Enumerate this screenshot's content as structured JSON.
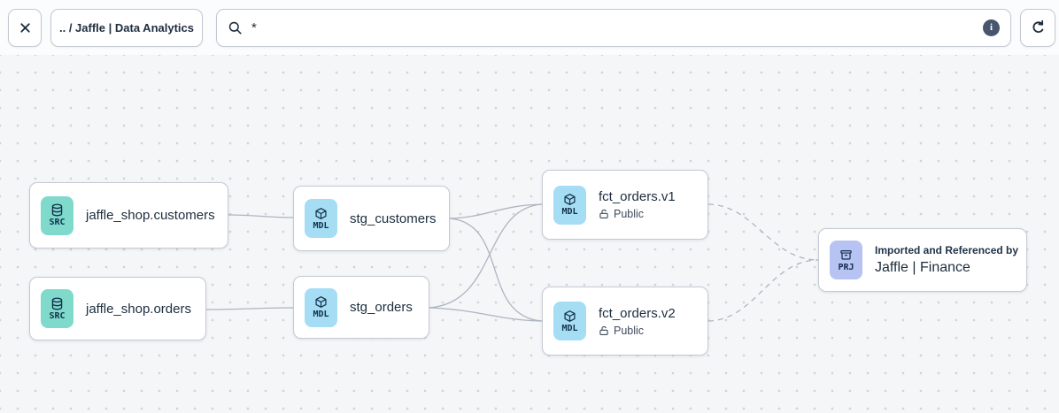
{
  "toolbar": {
    "breadcrumb_label": ".. / Jaffle | Data Analytics",
    "search_value": "*",
    "info_label": "i"
  },
  "canvas": {
    "nodes": [
      {
        "badge": "SRC",
        "title": "jaffle_shop.customers"
      },
      {
        "badge": "SRC",
        "title": "jaffle_shop.orders"
      },
      {
        "badge": "MDL",
        "title": "stg_customers"
      },
      {
        "badge": "MDL",
        "title": "stg_orders"
      },
      {
        "badge": "MDL",
        "title": "fct_orders.v1",
        "access": "Public"
      },
      {
        "badge": "MDL",
        "title": "fct_orders.v2",
        "access": "Public"
      },
      {
        "badge": "PRJ",
        "subtitle": "Imported and Referenced by",
        "title": "Jaffle | Finance"
      }
    ],
    "edges": [
      {
        "from": "jaffle_shop.customers",
        "to": "stg_customers",
        "style": "solid"
      },
      {
        "from": "jaffle_shop.orders",
        "to": "stg_orders",
        "style": "solid"
      },
      {
        "from": "stg_customers",
        "to": "fct_orders.v1",
        "style": "solid"
      },
      {
        "from": "stg_customers",
        "to": "fct_orders.v2",
        "style": "solid"
      },
      {
        "from": "stg_orders",
        "to": "fct_orders.v1",
        "style": "solid"
      },
      {
        "from": "stg_orders",
        "to": "fct_orders.v2",
        "style": "solid"
      },
      {
        "from": "fct_orders.v1",
        "to": "Jaffle | Finance",
        "style": "dashed"
      },
      {
        "from": "fct_orders.v2",
        "to": "Jaffle | Finance",
        "style": "dashed"
      }
    ],
    "colors": {
      "source_badge": "#7FDACC",
      "model_badge": "#A5DDF5",
      "project_badge": "#B7C3F3",
      "edge": "#AEB5C0",
      "canvas_bg": "#F5F6F8",
      "text": "#1D2D3E"
    }
  }
}
